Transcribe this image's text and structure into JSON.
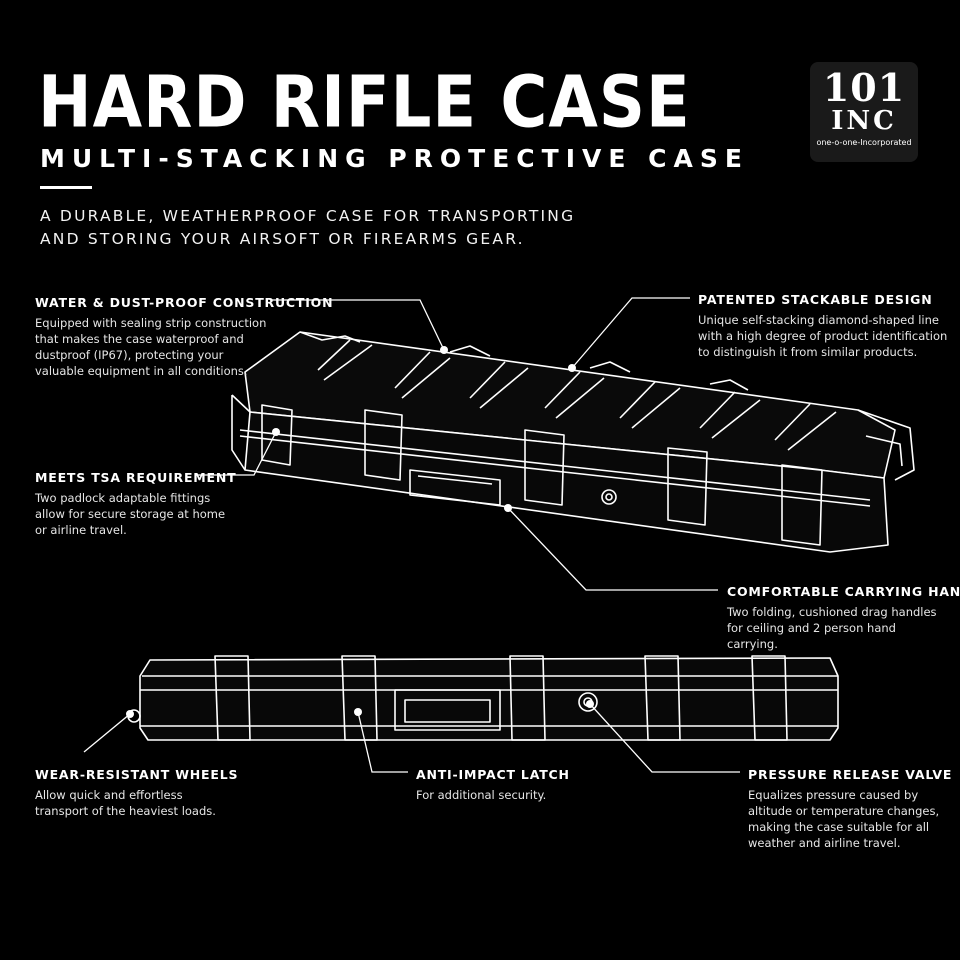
{
  "header": {
    "title": "HARD RIFLE CASE",
    "subtitle": "MULTI-STACKING PROTECTIVE CASE",
    "tagline": "A DURABLE, WEATHERPROOF CASE FOR TRANSPORTING AND STORING YOUR AIRSOFT OR FIREARMS GEAR."
  },
  "logo": {
    "number": "101",
    "word": "INC",
    "tagline": "one-o-one-Incorporated"
  },
  "features": {
    "water": {
      "title": "WATER & DUST-PROOF CONSTRUCTION",
      "text": "Equipped with sealing strip construction that makes the case waterproof and dustproof (IP67), protecting your valuable equipment in all conditions."
    },
    "stackable": {
      "title": "PATENTED STACKABLE DESIGN",
      "text": "Unique self-stacking diamond-shaped line with a high degree of product identification to distinguish it from similar products."
    },
    "tsa": {
      "title": "MEETS TSA REQUIREMENT",
      "text": "Two padlock adaptable fittings allow for secure storage at home or airline travel."
    },
    "handles": {
      "title": "COMFORTABLE CARRYING HANDLES",
      "text": "Two folding, cushioned drag handles for ceiling and 2 person hand carrying."
    },
    "wheels": {
      "title": "WEAR-RESISTANT WHEELS",
      "text": "Allow quick and effortless transport of the heaviest loads."
    },
    "latch": {
      "title": "ANTI-IMPACT LATCH",
      "text": "For additional security."
    },
    "valve": {
      "title": "PRESSURE RELEASE VALVE",
      "text": "Equalizes pressure caused by altitude or temperature changes, making the case suitable for all weather and airline travel."
    }
  },
  "colors": {
    "background": "#000000",
    "foreground": "#ffffff"
  }
}
